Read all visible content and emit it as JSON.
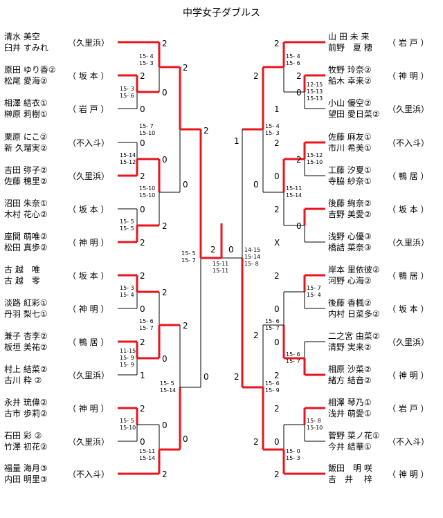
{
  "title": "中学女子ダブルス",
  "left": [
    {
      "p1": "清水 美空",
      "p2": "臼井 すみれ",
      "school": "（久里浜）"
    },
    {
      "p1": "原田 ゆり香②",
      "p2": "松尾 愛海②",
      "school": "（ 坂 本 ）"
    },
    {
      "p1": "相澤 結衣①",
      "p2": "榊原 莉樹①",
      "school": "（ 岩 戸 ）"
    },
    {
      "p1": "栗原 にこ②",
      "p2": "新 久瑠実②",
      "school": "（不入斗）"
    },
    {
      "p1": "吉田 弥子②",
      "p2": "佐藤 穂里②",
      "school": "（久里浜）"
    },
    {
      "p1": "沼田 朱奈①",
      "p2": "木村 花心②",
      "school": "（ 坂 本 ）"
    },
    {
      "p1": "座間 萌唯②",
      "p2": "松田 真歩②",
      "school": "（ 神 明 ）"
    },
    {
      "p1": "古 越　唯",
      "p2": "古 越　零",
      "school": "（ 坂 本 ）"
    },
    {
      "p1": "淡路 紅彩①",
      "p2": "丹羽 梨七①",
      "school": "（ 神 明 ）"
    },
    {
      "p1": "兼子 杏李②",
      "p2": "板垣 美祐②",
      "school": "（ 鴨 居 ）"
    },
    {
      "p1": "村上 結菜②",
      "p2": "古川 粋 ②",
      "school": "（久里浜）"
    },
    {
      "p1": "永井 琉偉②",
      "p2": "古市 歩莉②",
      "school": "（ 神 明 ）"
    },
    {
      "p1": "石田 彩 ②",
      "p2": "竹澤 初花②",
      "school": "（久里浜）"
    },
    {
      "p1": "福量 海月③",
      "p2": "内田 明里③",
      "school": "（不入斗）"
    }
  ],
  "right": [
    {
      "p1": "山 田 未 来",
      "p2": "前野　夏 穂",
      "school": "（ 岩 戸 ）"
    },
    {
      "p1": "牧野 玲奈②",
      "p2": "船木 幸来②",
      "school": "（ 神 明 ）"
    },
    {
      "p1": "小山 優空②",
      "p2": "望田 愛日菜②",
      "school": "（久里浜）"
    },
    {
      "p1": "佐藤 麻友①",
      "p2": "市川 希美①",
      "school": "（不入斗）"
    },
    {
      "p1": "工藤 汐夏①",
      "p2": "寺脇 紗奈①",
      "school": "（ 鴨 居 ）"
    },
    {
      "p1": "後藤 絢奈②",
      "p2": "吉野 美愛②",
      "school": "（ 坂 本 ）"
    },
    {
      "p1": "浅野 心優③",
      "p2": "橋詰 菜奈③",
      "school": "（久里浜）"
    },
    {
      "p1": "岸本 里依彼②",
      "p2": "河野 心海②",
      "school": "（ 鴨 居 ）"
    },
    {
      "p1": "後藤 香楓②",
      "p2": "内村 日菜多②",
      "school": "（ 坂 本 ）"
    },
    {
      "p1": "二之宮 由菜②",
      "p2": "清野 実来②",
      "school": "（久里浜）"
    },
    {
      "p1": "相原 沙菜②",
      "p2": "緒方 結音②",
      "school": "（ 神 明 ）"
    },
    {
      "p1": "相澤 琴乃①",
      "p2": "浅井 萌愛①",
      "school": "（ 岩 戸 ）"
    },
    {
      "p1": "菅野 菜ノ花①",
      "p2": "今井 結華①",
      "school": "（不入斗）"
    },
    {
      "p1": "飯田　明 咲",
      "p2": "吉　井　 梓",
      "school": "（ 神 明 ）"
    }
  ],
  "scores": {
    "l1": "2",
    "l2": "2",
    "l3": "0",
    "l4": "0",
    "l5": "2",
    "l6": "0",
    "l7": "2",
    "l8": "2",
    "l9": "0",
    "l10": "2",
    "l11": "1",
    "l12": "2",
    "l13": "0",
    "l14": "2",
    "l_r1_1": "2",
    "l_r1_2": "0",
    "l_r1_3": "0",
    "l_r1_4": "2",
    "l_r2_1": "2",
    "l_r2_2": "0",
    "l_r2_3": "0",
    "l_r2_4": "0",
    "l_r3_1": "2",
    "l_r3_2": "0",
    "l_r4_1": "2",
    "l_r4_2": "0",
    "l_r5_1": "0",
    "l_r5_2": "2",
    "l_r6_1": "2",
    "l_r6_2": "0",
    "r1": "2",
    "r2": "0",
    "r3": "1",
    "r4": "2",
    "r5": "0",
    "r6": "2",
    "r7": "X",
    "r8": "2",
    "r9": "0",
    "r10": "0",
    "r11": "2",
    "r12": "2",
    "r13": "0",
    "r14": "2",
    "r_r1_1": "2",
    "r_r1_2": "2",
    "r_r1_3": "2",
    "r_r1_4": "0",
    "r_r2_1": "2",
    "r_r2_2": "0",
    "r_r2_3": "0",
    "r_r2_4": "2",
    "r_r3_1": "1",
    "r_r3_2": "2",
    "final_l": "2",
    "final_r": "0"
  },
  "games": {
    "lg1": "15- 4\n15- 3",
    "lg2": "15- 3\n15- 6",
    "lg3": "15- 7\n15-10",
    "lg4": "15-14\n15-12",
    "lg5": "15-10\n15-10",
    "lg6": "15- 5\n15- 5",
    "lg7": "15- 3\n15- 4",
    "lg8": "15- 6\n15- 7",
    "lg9": "11-15\n15- 9\n15- 9",
    "lg10": "15- 5\n15-14",
    "lg11": "15- 5\n15-10",
    "lg12": "15-11\n15-14",
    "lgsf": "15- 5\n15- 7",
    "rg1": "15- 4\n15- 6",
    "rg2": "12-15\n15-13\n15-13",
    "rg3": "15- 4\n15- 3",
    "rg4": "15-12\n15-10",
    "rg5": "15-11\n15-14",
    "rg6": "15- 7\n15- 4",
    "rg7": "15- 6\n15- 7",
    "rg8": "15- 6\n15- 7",
    "rg9": "15- 6\n15- 9",
    "rg10": "15- 8\n15-10",
    "rg11": "15- 0\n15- 3",
    "rgsf": "14-15\n15-14\n15- 8",
    "final": "15-11\n15-11"
  }
}
